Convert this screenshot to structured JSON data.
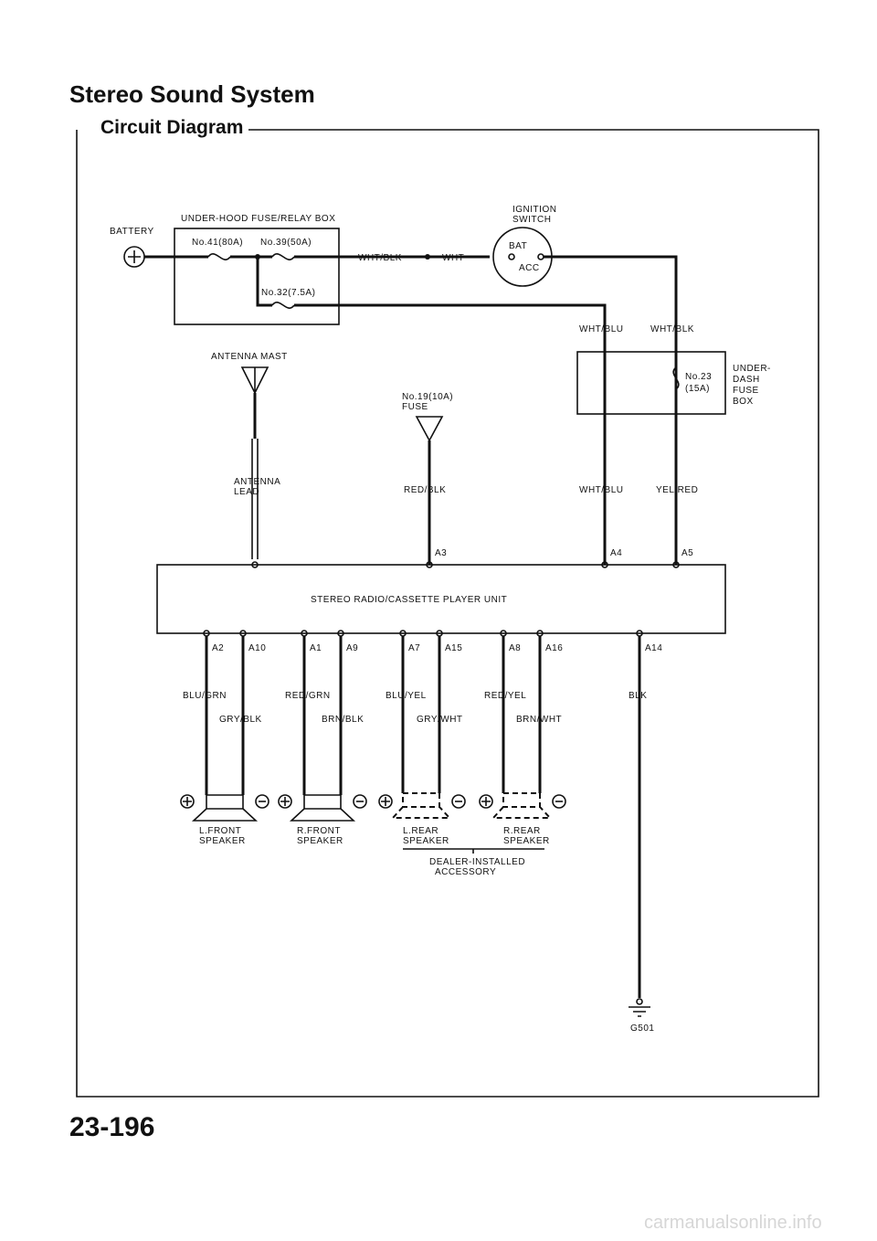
{
  "header": {
    "title": "Stereo Sound System",
    "subtitle": "Circuit Diagram",
    "page_number": "23-196"
  },
  "watermark": "carmanualsonline.info",
  "battery": {
    "label": "BATTERY"
  },
  "fuse_relay_box": {
    "title": "UNDER-HOOD FUSE/RELAY BOX",
    "fuse_41": "No.41(80A)",
    "fuse_39": "No.39(50A)",
    "fuse_32": "No.32(7.5A)"
  },
  "ignition_switch": {
    "title_line1": "IGNITION",
    "title_line2": "SWITCH",
    "bat": "BAT",
    "acc": "ACC"
  },
  "wires": {
    "wht_blk": "WHT/BLK",
    "wht": "WHT",
    "wht_blu_upper": "WHT/BLU",
    "wht_blk_upper": "WHT/BLK",
    "wht_blu_lower": "WHT/BLU",
    "yel_red": "YEL/RED",
    "red_blk": "RED/BLK",
    "blu_grn": "BLU/GRN",
    "gry_blk": "GRY/BLK",
    "red_grn": "RED/GRN",
    "brn_blk": "BRN/BLK",
    "blu_yel": "BLU/YEL",
    "gry_wht": "GRY/WHT",
    "red_yel": "RED/YEL",
    "brn_wht": "BRN/WHT",
    "blk": "BLK"
  },
  "dash_fuse_box": {
    "fuse_23_line1": "No.23",
    "fuse_23_line2": "(15A)",
    "title_line1": "UNDER-",
    "title_line2": "DASH",
    "title_line3": "FUSE",
    "title_line4": "BOX"
  },
  "antenna": {
    "mast": "ANTENNA MAST",
    "lead_line1": "ANTENNA",
    "lead_line2": "LEAD"
  },
  "fuse_19": {
    "line1": "No.19(10A)",
    "line2": "FUSE"
  },
  "unit": {
    "name": "STEREO RADIO/CASSETTE PLAYER UNIT",
    "pins": {
      "a3": "A3",
      "a4": "A4",
      "a5": "A5",
      "a2": "A2",
      "a10": "A10",
      "a1": "A1",
      "a9": "A9",
      "a7": "A7",
      "a15": "A15",
      "a8": "A8",
      "a16": "A16",
      "a14": "A14"
    }
  },
  "speakers": {
    "l_front_line1": "L.FRONT",
    "l_front_line2": "SPEAKER",
    "r_front_line1": "R.FRONT",
    "r_front_line2": "SPEAKER",
    "l_rear_line1": "L.REAR",
    "l_rear_line2": "SPEAKER",
    "r_rear_line1": "R.REAR",
    "r_rear_line2": "SPEAKER",
    "dealer_line1": "DEALER-INSTALLED",
    "dealer_line2": "ACCESSORY"
  },
  "ground": {
    "label": "G501"
  }
}
